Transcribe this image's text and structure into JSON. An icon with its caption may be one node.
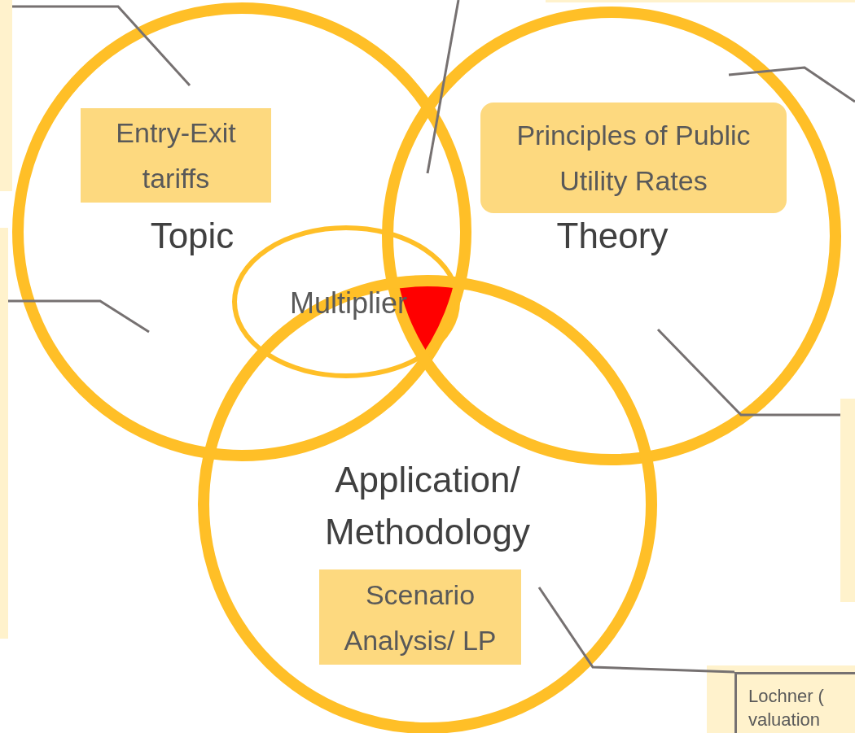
{
  "diagram": {
    "nodes": [
      {
        "text": [
          "Topic"
        ]
      },
      {
        "text": [
          "Entry-Exit tariffs"
        ],
        "in": 0
      },
      {
        "text": [
          "Theory"
        ]
      },
      {
        "text": [
          "Principles of Public Utility Rates"
        ],
        "in": 2
      },
      {
        "text": [
          "Multiplier"
        ],
        "in": 0
      },
      {
        "text": [
          "Application/ Methodology"
        ]
      },
      {
        "text": [
          "Scenario Analysis/ LP"
        ],
        "in": 5
      },
      {
        "text": [],
        "shape": "box"
      },
      {
        "text": [],
        "shape": "box"
      },
      {
        "text": [],
        "shape": "box"
      },
      {
        "text": [],
        "shape": "box"
      },
      {
        "text": [
          "Lochner ( valuation"
        ]
      }
    ],
    "edges": [
      {
        "from": 7,
        "to": 0,
        "arrow": "none"
      },
      {
        "from": 8,
        "to": 0,
        "arrow": "none"
      },
      {
        "from": null,
        "to": 0,
        "arrow": "none"
      },
      {
        "from": null,
        "to": 2,
        "arrow": "none"
      },
      {
        "from": 10,
        "to": 2,
        "arrow": "none"
      },
      {
        "from": 11,
        "to": 5,
        "arrow": "none"
      }
    ]
  }
}
